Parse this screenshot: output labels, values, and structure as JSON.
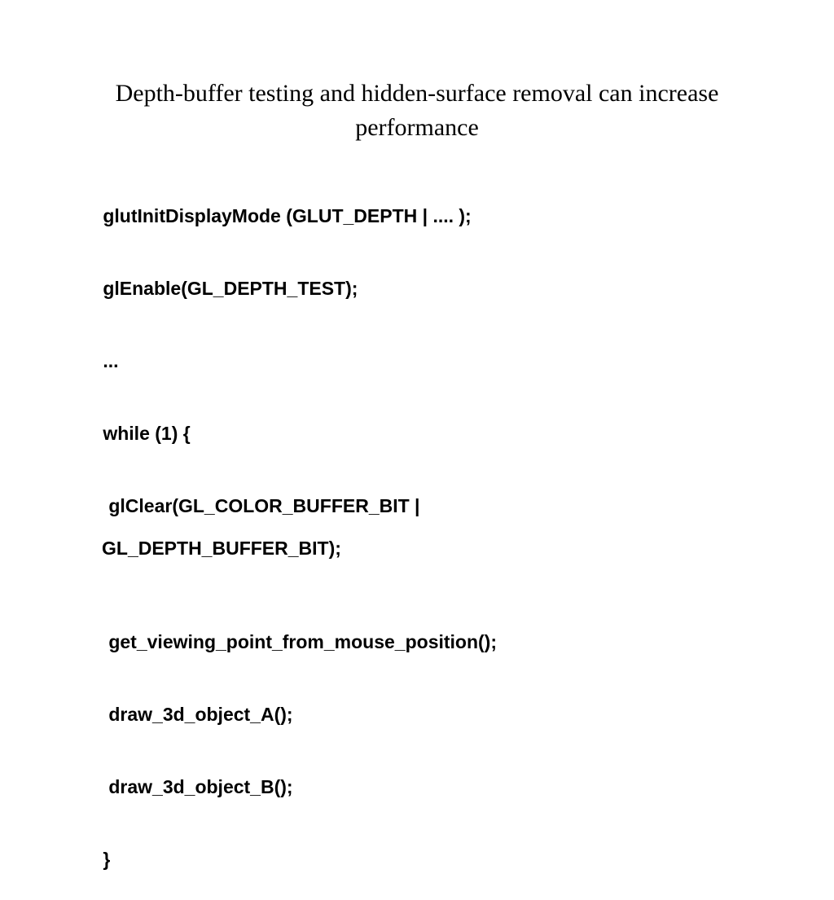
{
  "slide": {
    "title": "Depth-buffer testing and hidden-surface removal can increase performance",
    "code_lines": [
      {
        "text": "glutInitDisplayMode (GLUT_DEPTH | .... );",
        "indent": false
      },
      {
        "text": "glEnable(GL_DEPTH_TEST);",
        "indent": false
      },
      {
        "text": "...",
        "indent": false
      },
      {
        "text": "while (1) {",
        "indent": false
      },
      {
        "text": "glClear(GL_COLOR_BUFFER_BIT |",
        "continuation": "GL_DEPTH_BUFFER_BIT);",
        "indent": true
      },
      {
        "text": "get_viewing_point_from_mouse_position();",
        "indent": true
      },
      {
        "text": "draw_3d_object_A();",
        "indent": true
      },
      {
        "text": "draw_3d_object_B();",
        "indent": true
      },
      {
        "text": "}",
        "indent": false
      }
    ]
  }
}
